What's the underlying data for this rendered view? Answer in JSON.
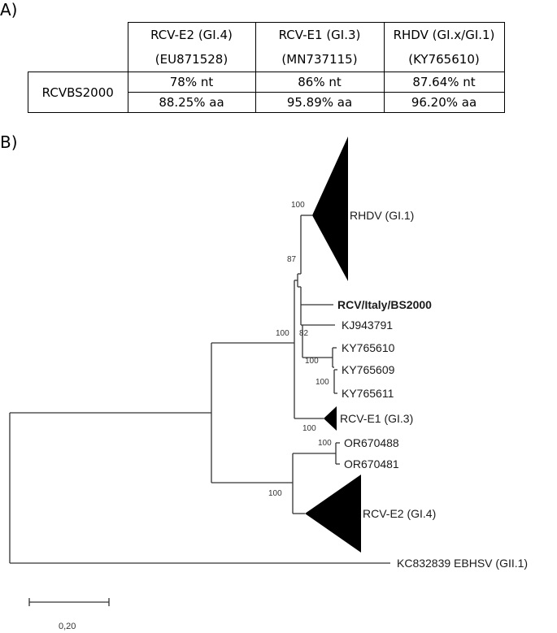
{
  "panel_a": {
    "label": "A)",
    "columns": [
      {
        "line1": "RCV-E2 (GI.4)",
        "line2": "(EU871528)"
      },
      {
        "line1": "RCV-E1 (GI.3)",
        "line2": "(MN737115)"
      },
      {
        "line1": "RHDV (GI.x/GI.1)",
        "line2": "(KY765610)"
      }
    ],
    "row_label": "RCVBS2000",
    "nt_values": [
      "78% nt",
      "86% nt",
      "87.64% nt"
    ],
    "aa_values": [
      "88.25% aa",
      "95.89% aa",
      "96.20% aa"
    ]
  },
  "panel_b": {
    "label": "B)",
    "taxa": {
      "rhdv": "RHDV (GI.1)",
      "bs2000": "RCV/Italy/BS2000",
      "kj943791": "KJ943791",
      "ky765610": "KY765610",
      "ky765609": "KY765609",
      "ky765611": "KY765611",
      "rcve1": "RCV-E1 (GI.3)",
      "or670488": "OR670488",
      "or670481": "OR670481",
      "rcve2": "RCV-E2 (GI.4)",
      "ebhsv": "KC832839 EBHSV (GII.1)"
    },
    "bootstrap": {
      "rhdv": "100",
      "n87": "87",
      "n82": "82",
      "lago100": "100",
      "ky100a": "100",
      "ky100b": "100",
      "rcve1": "100",
      "or100": "100",
      "e2clade": "100"
    },
    "scale_label": "0,20"
  }
}
